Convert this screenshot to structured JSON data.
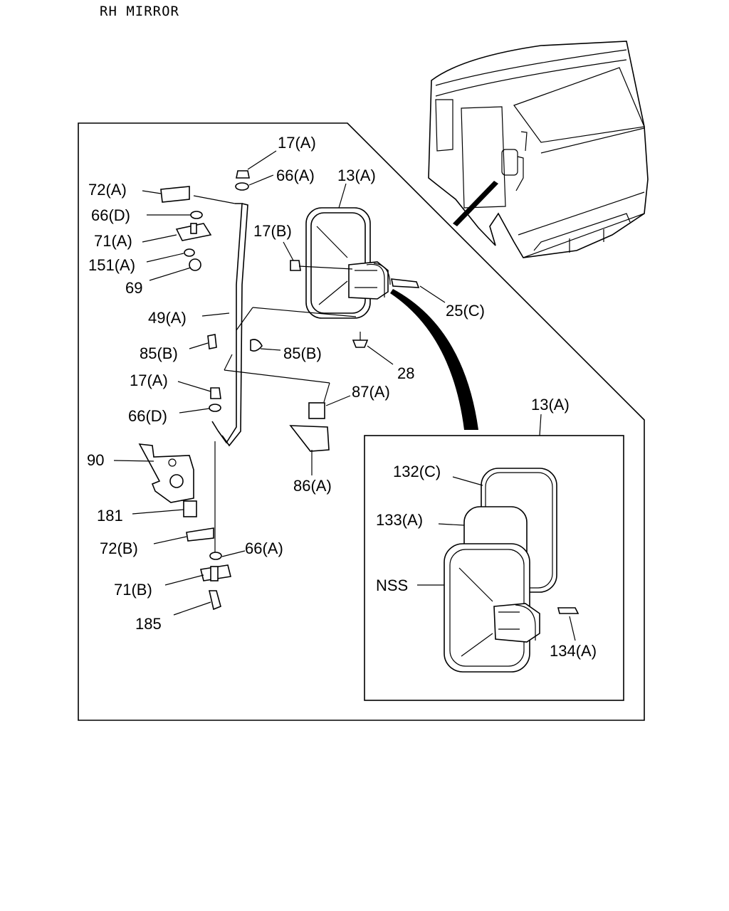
{
  "title": "RH MIRROR",
  "labels": {
    "l17a_top": "17(A)",
    "l66a_top": "66(A)",
    "l13a_top": "13(A)",
    "l72a": "72(A)",
    "l66d_top": "66(D)",
    "l71a": "71(A)",
    "l151a": "151(A)",
    "l69": "69",
    "l17b": "17(B)",
    "l25c": "25(C)",
    "l49a": "49(A)",
    "l85b_left": "85(B)",
    "l85b_right": "85(B)",
    "l28": "28",
    "l17a_mid": "17(A)",
    "l87a": "87(A)",
    "l66d_mid": "66(D)",
    "l90": "90",
    "l86a": "86(A)",
    "l181": "181",
    "l72b": "72(B)",
    "l66a_bot": "66(A)",
    "l71b": "71(B)",
    "l185": "185",
    "l13a_inset": "13(A)",
    "l132c": "132(C)",
    "l133a": "133(A)",
    "lnss": "NSS",
    "l134a": "134(A)"
  }
}
